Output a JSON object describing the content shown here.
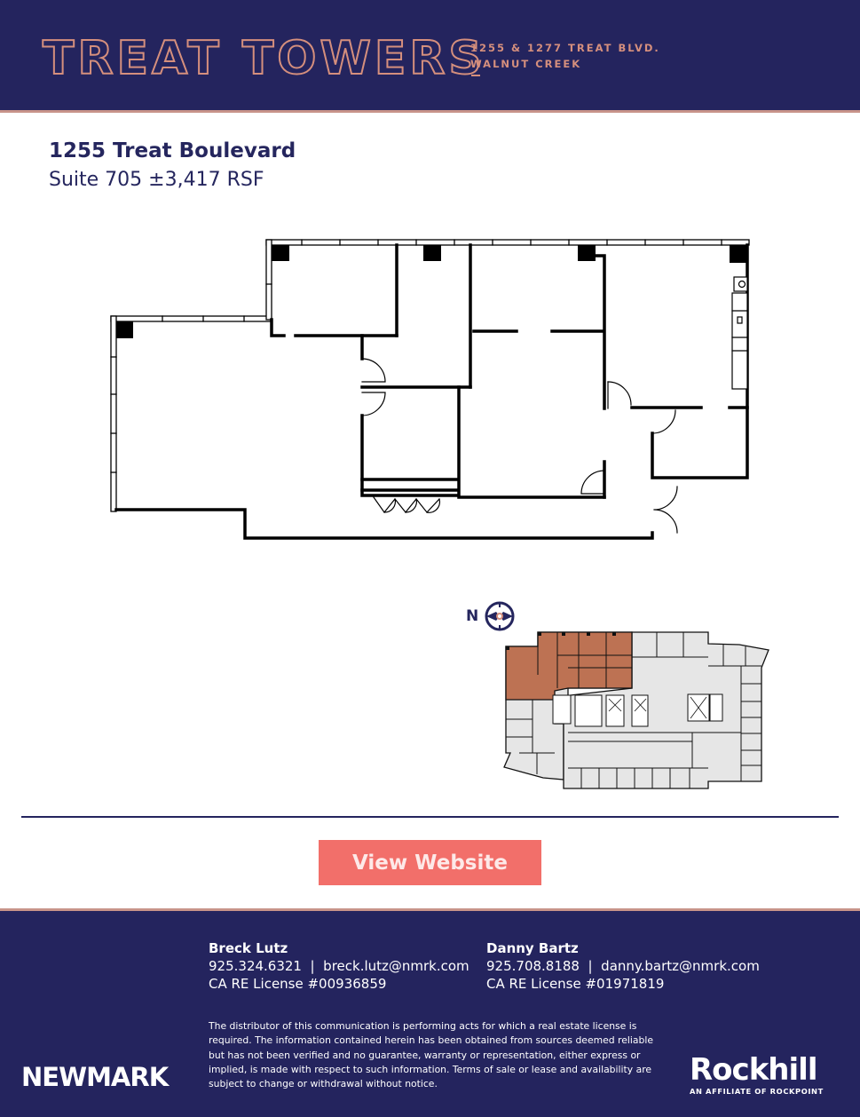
{
  "header": {
    "brand_title": "TREAT TOWERS",
    "address_line1": "1255 & 1277 TREAT BLVD.",
    "address_line2": "WALNUT CREEK",
    "colors": {
      "background": "#24245e",
      "accent": "#d58f7d",
      "rule": "#c8948a"
    }
  },
  "listing": {
    "building": "1255 Treat Boulevard",
    "suite": "Suite 705 ±3,417 RSF"
  },
  "floorplan": {
    "label": "Suite 705 floor plan"
  },
  "keyplan": {
    "compass_label": "N",
    "highlight_color": "#bd7253",
    "floor_color": "#e6e6e6"
  },
  "cta": {
    "label": "View Website",
    "color": "#f26f6a"
  },
  "contacts": [
    {
      "name": "Breck Lutz",
      "phone": "925.324.6321",
      "separator": "|",
      "email": "breck.lutz@nmrk.com",
      "license": "CA RE License #00936859"
    },
    {
      "name": "Danny Bartz",
      "phone": "925.708.8188",
      "separator": "|",
      "email": "danny.bartz@nmrk.com",
      "license": "CA RE License #01971819"
    }
  ],
  "footer": {
    "disclaimer": "The distributor of this communication is performing acts for which a real estate license is required. The information contained herein has been obtained from sources deemed reliable but has not been verified and no guarantee, warranty or representation, either express or implied, is made with respect to such information. Terms of sale or lease and availability are subject to change or withdrawal without notice.",
    "logo_left": "NEWMARK",
    "logo_right_name": "Rockhill",
    "logo_right_tagline": "AN AFFILIATE OF ROCKPOINT"
  }
}
